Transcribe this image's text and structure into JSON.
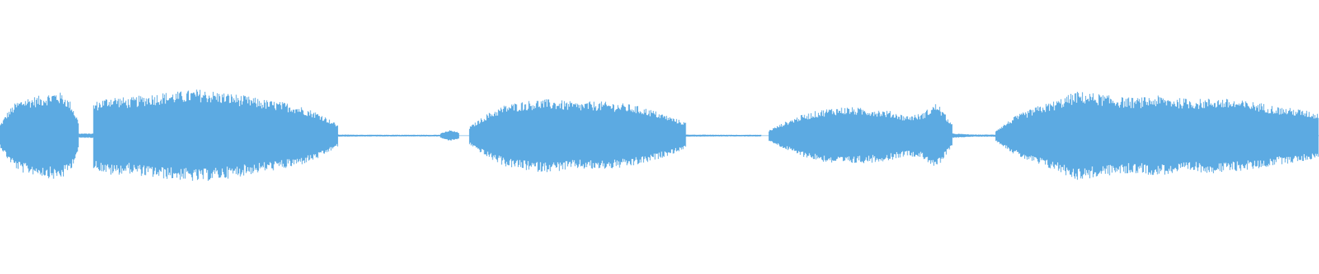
{
  "waveform": {
    "color": "#5caae2",
    "background": "#ffffff",
    "amplitude_unit": "fraction-of-full-scale",
    "segments": [
      {
        "start": 0.0,
        "end": 0.06,
        "envelope": [
          0.1,
          0.22,
          0.3,
          0.34,
          0.35,
          0.36,
          0.38,
          0.4,
          0.38,
          0.3,
          0.12
        ]
      },
      {
        "start": 0.06,
        "end": 0.071,
        "envelope": [
          0.02,
          0.02,
          0.02
        ]
      },
      {
        "start": 0.071,
        "end": 0.256,
        "envelope": [
          0.3,
          0.36,
          0.34,
          0.37,
          0.39,
          0.4,
          0.42,
          0.4,
          0.38,
          0.35,
          0.32,
          0.3,
          0.26,
          0.2,
          0.1
        ]
      },
      {
        "start": 0.256,
        "end": 0.334,
        "envelope": [
          0.01,
          0.008,
          0.008,
          0.008
        ]
      },
      {
        "start": 0.334,
        "end": 0.348,
        "envelope": [
          0.02,
          0.05,
          0.03
        ]
      },
      {
        "start": 0.356,
        "end": 0.52,
        "envelope": [
          0.08,
          0.2,
          0.28,
          0.31,
          0.33,
          0.32,
          0.3,
          0.31,
          0.3,
          0.28,
          0.24,
          0.18,
          0.12
        ]
      },
      {
        "start": 0.52,
        "end": 0.577,
        "envelope": [
          0.01,
          0.008,
          0.008
        ]
      },
      {
        "start": 0.583,
        "end": 0.722,
        "envelope": [
          0.05,
          0.12,
          0.18,
          0.22,
          0.25,
          0.26,
          0.25,
          0.24,
          0.22,
          0.18,
          0.2,
          0.3,
          0.1
        ]
      },
      {
        "start": 0.722,
        "end": 0.755,
        "envelope": [
          0.02,
          0.01,
          0.01
        ]
      },
      {
        "start": 0.755,
        "end": 1.0,
        "envelope": [
          0.05,
          0.18,
          0.26,
          0.32,
          0.4,
          0.38,
          0.35,
          0.34,
          0.36,
          0.34,
          0.33,
          0.34,
          0.32,
          0.3,
          0.26,
          0.24,
          0.2
        ]
      }
    ]
  }
}
